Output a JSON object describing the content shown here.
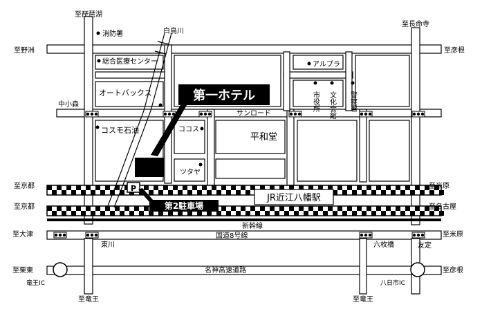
{
  "directions": {
    "biwako": "至琵琶湖",
    "choumeiji": "至長命寺",
    "yasu": "至野洲",
    "hikone_top": "至彦根",
    "kyoto_1": "至京都",
    "kyoto_2": "至京都",
    "yonehara_1": "至米原",
    "nagoya": "至名古屋",
    "otsu": "至大津",
    "yonehara_2": "至米原",
    "kurita": "至栗東",
    "hikone_bottom": "至彦根",
    "ryuou_left": "至竜王",
    "ryuou_right": "至竜王"
  },
  "places": {
    "fire_station": "消防署",
    "hospital": "総合医療センター",
    "autobacs": "オートバックス",
    "nakakomori": "中小森",
    "cosmo": "コスモ石油",
    "cocos": "ココス",
    "tsutaya": "ツタヤ",
    "heiwado": "平和堂",
    "arupura": "アルプラ",
    "city_hall": "市役所",
    "cultural_hall": "文化会館",
    "police": "警察署",
    "sunroad": "サンロード",
    "shiratorigawa": "白鳥川",
    "higashigawa": "東川",
    "rokumaibashi": "六枚橋",
    "tomosada": "友定",
    "ryuou_ic": "竜王IC",
    "youkaichi_ic": "八日市IC"
  },
  "roads": {
    "shinkansen": "新幹線",
    "route8": "国道8号線",
    "meishin": "名神高速道路"
  },
  "landmarks": {
    "hotel": "第一ホテル",
    "station": "JR近江八幡駅",
    "parking": "第2駐車場",
    "parking_symbol": "P"
  }
}
